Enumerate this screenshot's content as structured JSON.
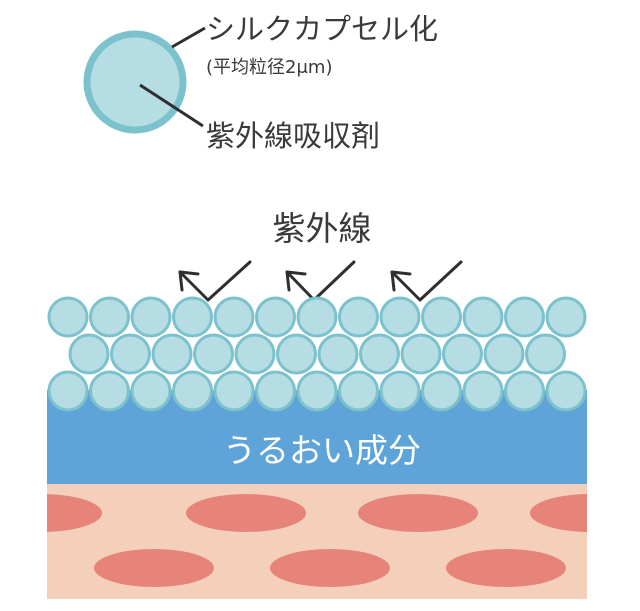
{
  "legend": {
    "capsule_label": "シルクカプセル化",
    "capsule_size": "(平均粒径2μm)",
    "absorber_label": "紫外線吸収剤"
  },
  "diagram": {
    "uv_label": "紫外線",
    "moisture_label": "うるおい成分"
  },
  "colors": {
    "capsule_fill": "#b5dde3",
    "capsule_ring": "#7cc2cc",
    "moisture_layer": "#5ea4d8",
    "skin": "#f4cfba",
    "skin_cells": "#e6847a",
    "text": "#3a3a3a"
  }
}
